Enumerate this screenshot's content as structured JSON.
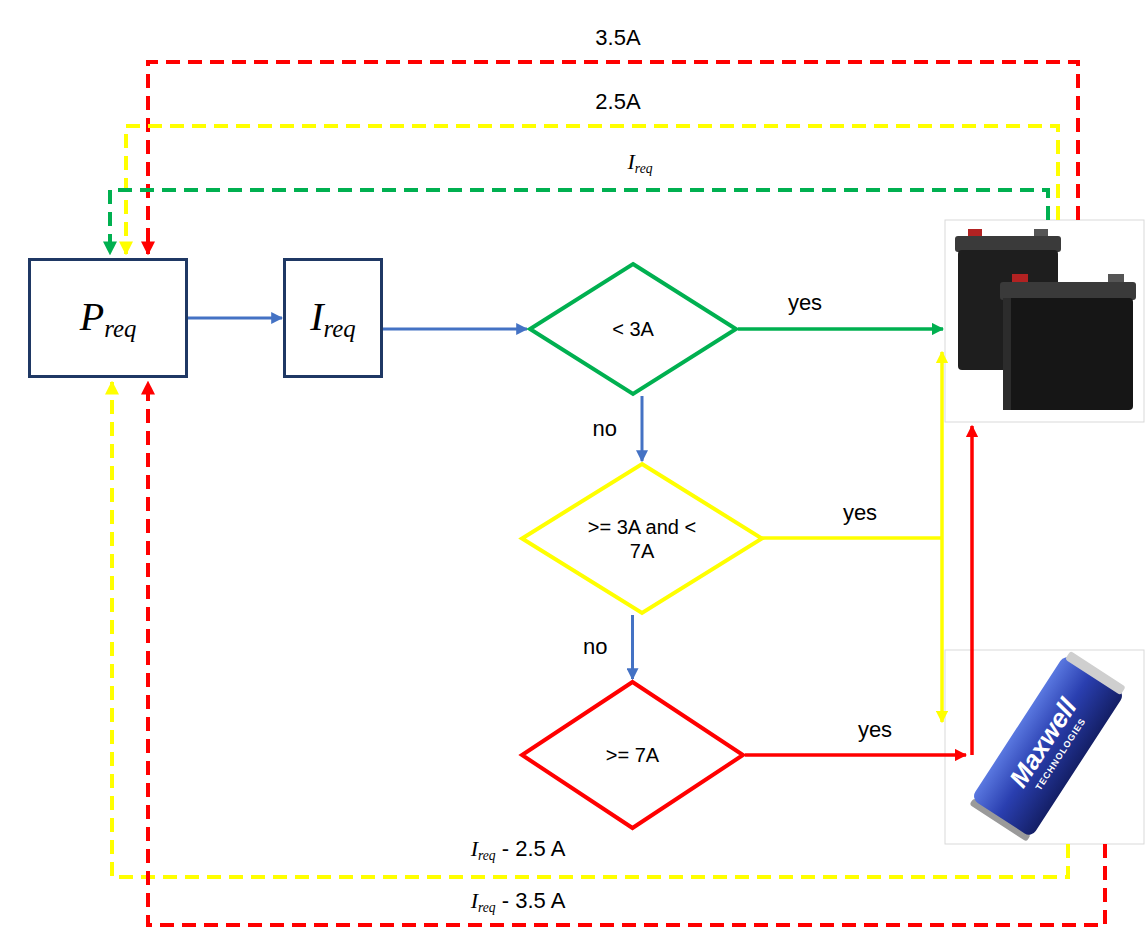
{
  "diagram": {
    "nodes": [
      {
        "text": [
          "Preq"
        ]
      },
      {
        "text": [
          "Ireq"
        ]
      },
      {
        "text": [
          "< 3A"
        ]
      },
      {
        "text": [
          ">= 3A and < 7A"
        ]
      },
      {
        "text": [
          ">= 7A"
        ]
      }
    ],
    "edges": [
      {
        "from": 0,
        "to": 1,
        "arrow": "to"
      },
      {
        "from": 1,
        "to": 2,
        "arrow": "to"
      },
      {
        "from": 2,
        "to": 3,
        "label": "no",
        "arrow": "to"
      },
      {
        "from": 3,
        "to": 4,
        "label": "no",
        "arrow": "to"
      }
    ],
    "labels": [
      "yes",
      "yes",
      "yes",
      "3.5A",
      "2.5A",
      "Ireq",
      "Ireq - 2.5 A",
      "Ireq - 3.5 A",
      "Maxwell",
      "TECHNOLOGIES"
    ]
  }
}
